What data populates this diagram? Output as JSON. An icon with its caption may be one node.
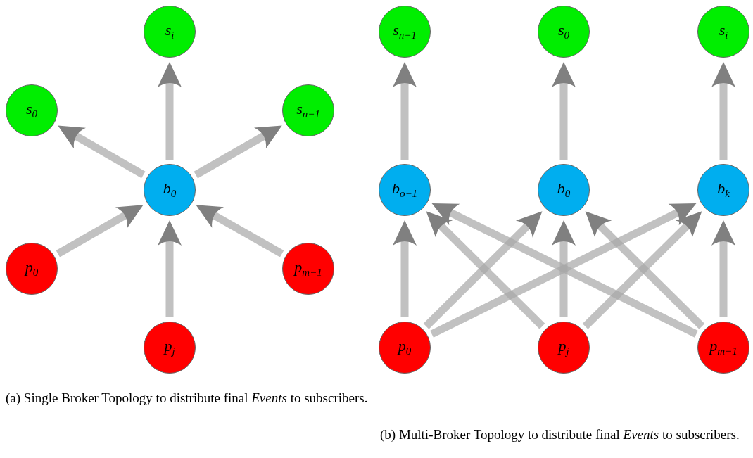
{
  "diagram": {
    "nodes": [
      {
        "text": [
          "s$_{i}$"
        ]
      },
      {
        "text": [
          "s$_{0}$"
        ]
      },
      {
        "text": [
          "s$_{n−1}$"
        ]
      },
      {
        "text": [
          "b$_{0}$"
        ]
      },
      {
        "text": [
          "p$_{0}$"
        ]
      },
      {
        "text": [
          "p$_{m−1}$"
        ]
      },
      {
        "text": [
          "p$_{j}$"
        ]
      },
      {
        "text": [
          "s$_{n−1}$"
        ]
      },
      {
        "text": [
          "s$_{0}$"
        ]
      },
      {
        "text": [
          "s$_{i}$"
        ]
      },
      {
        "text": [
          "b$_{o−1}$"
        ]
      },
      {
        "text": [
          "b$_{0}$"
        ]
      },
      {
        "text": [
          "b$_{k}$"
        ]
      },
      {
        "text": [
          "p$_{0}$"
        ]
      },
      {
        "text": [
          "p$_{j}$"
        ]
      },
      {
        "text": [
          "p$_{m−1}$"
        ]
      }
    ],
    "edges": [
      {
        "from": 3,
        "to": 0,
        "arrow": "to"
      },
      {
        "from": 3,
        "to": 1,
        "arrow": "to"
      },
      {
        "from": 3,
        "to": 2,
        "arrow": "to"
      },
      {
        "from": 4,
        "to": 3,
        "arrow": "to"
      },
      {
        "from": 5,
        "to": 3,
        "arrow": "to"
      },
      {
        "from": 6,
        "to": 3,
        "arrow": "to"
      },
      {
        "from": 10,
        "to": 7,
        "arrow": "to"
      },
      {
        "from": 11,
        "to": 8,
        "arrow": "to"
      },
      {
        "from": 12,
        "to": 9,
        "arrow": "to"
      },
      {
        "from": 13,
        "to": 10,
        "arrow": "to"
      },
      {
        "from": 13,
        "to": 11,
        "arrow": "to"
      },
      {
        "from": 13,
        "to": 12,
        "arrow": "to"
      },
      {
        "from": 14,
        "to": 10,
        "arrow": "to"
      },
      {
        "from": 14,
        "to": 11,
        "arrow": "to"
      },
      {
        "from": 14,
        "to": 12,
        "arrow": "to"
      },
      {
        "from": 15,
        "to": 10,
        "arrow": "to"
      },
      {
        "from": 15,
        "to": 11,
        "arrow": "to"
      },
      {
        "from": 15,
        "to": 12,
        "arrow": "to"
      }
    ],
    "labels": [
      "(a) Single Broker Topology to distribute final *Events* to subscribers.",
      "(b) Multi-Broker Topology to distribute final *Events* to subscribers."
    ]
  }
}
